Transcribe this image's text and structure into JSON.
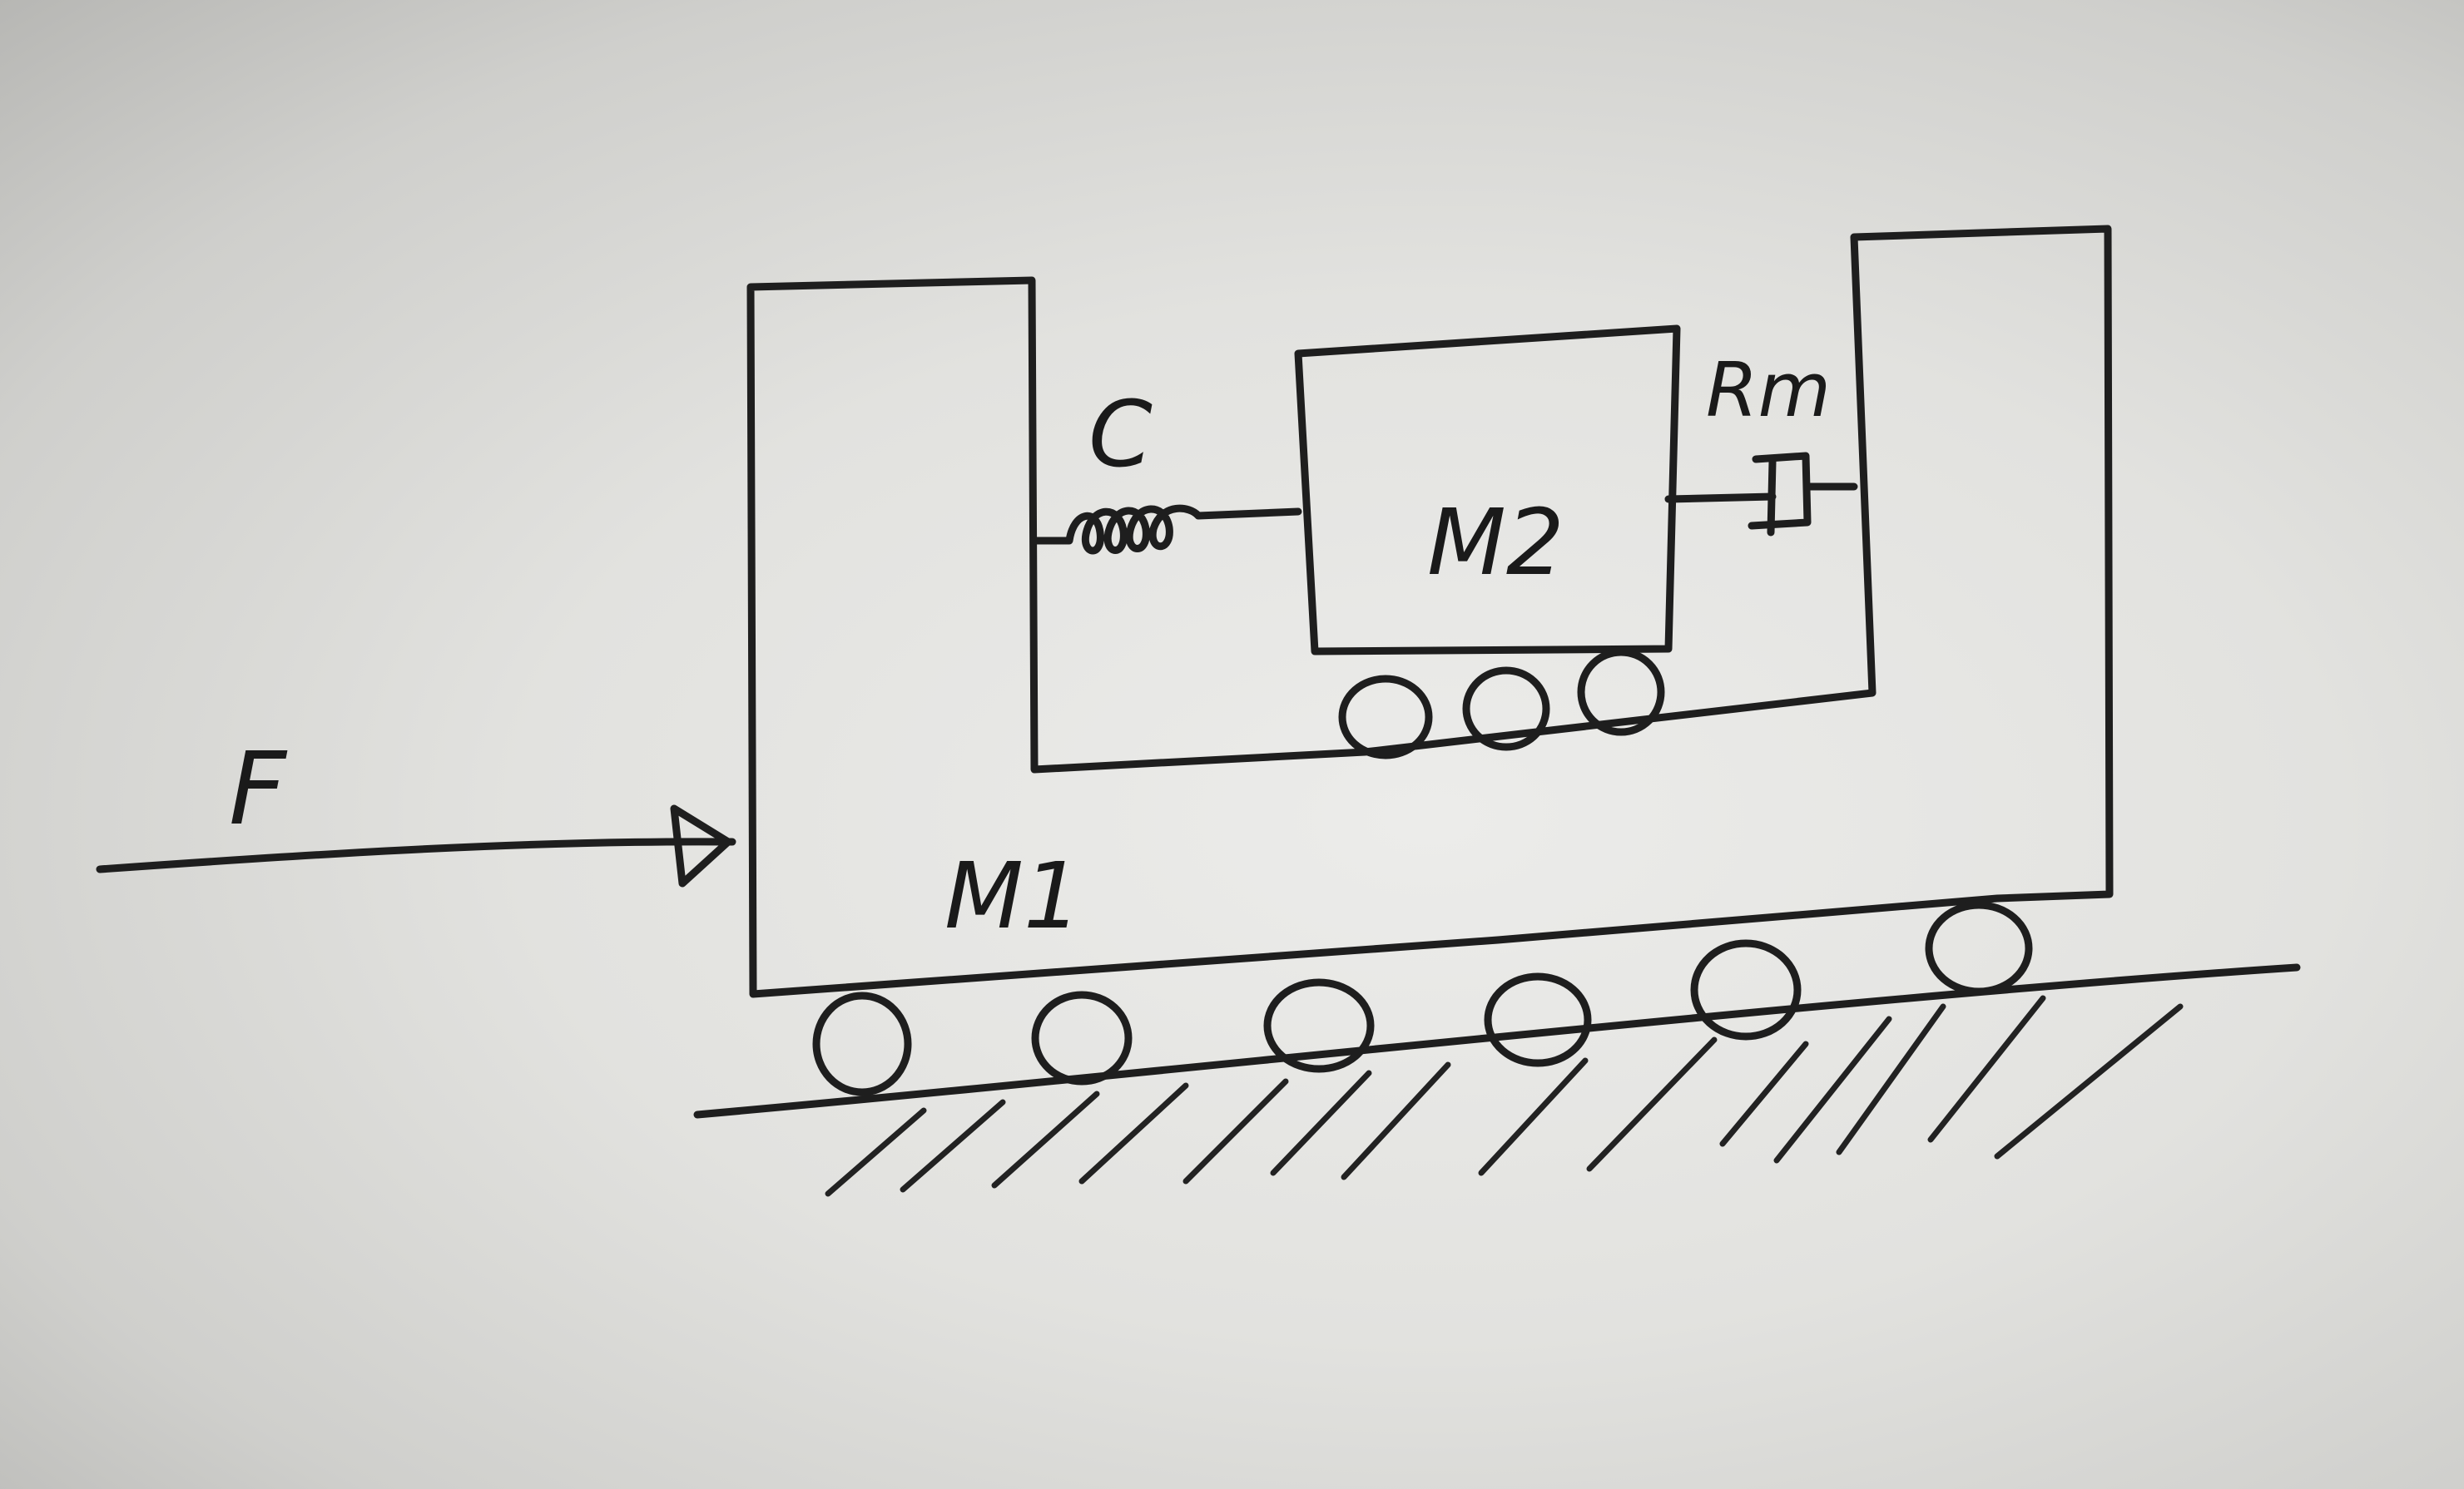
{
  "diagram": {
    "labels": {
      "force": "F",
      "spring": "C",
      "damper": "Rm",
      "mass_inner": "M2",
      "mass_outer": "M1"
    },
    "ink_color": "#1e1e1e",
    "paper_color": "#e6e6e3"
  }
}
